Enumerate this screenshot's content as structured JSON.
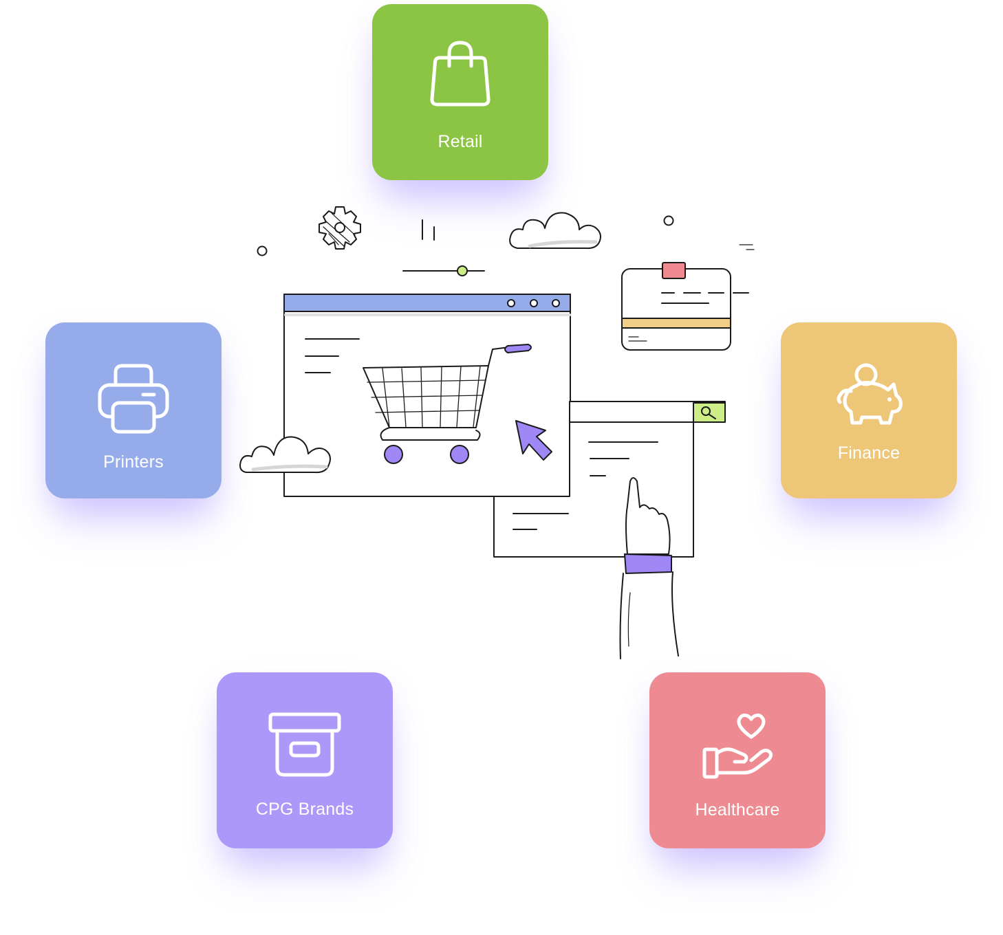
{
  "categories": {
    "retail": {
      "label": "Retail",
      "color": "#8cc443",
      "icon": "shopping-bag-icon"
    },
    "printers": {
      "label": "Printers",
      "color": "#96acea",
      "icon": "printer-icon"
    },
    "finance": {
      "label": "Finance",
      "color": "#eec677",
      "icon": "piggy-bank-icon"
    },
    "cpg": {
      "label": "CPG Brands",
      "color": "#ab98f8",
      "icon": "archive-box-icon"
    },
    "healthcare": {
      "label": "Healthcare",
      "color": "#ee8a91",
      "icon": "heart-hand-icon"
    }
  },
  "illustration": {
    "browser_bar_color": "#96acea",
    "accent_purple": "#9f88f6",
    "accent_green": "#cdee86",
    "accent_red": "#ef8a90",
    "accent_yellow": "#f1cf86",
    "icon": "shopping-cart-illustration"
  }
}
